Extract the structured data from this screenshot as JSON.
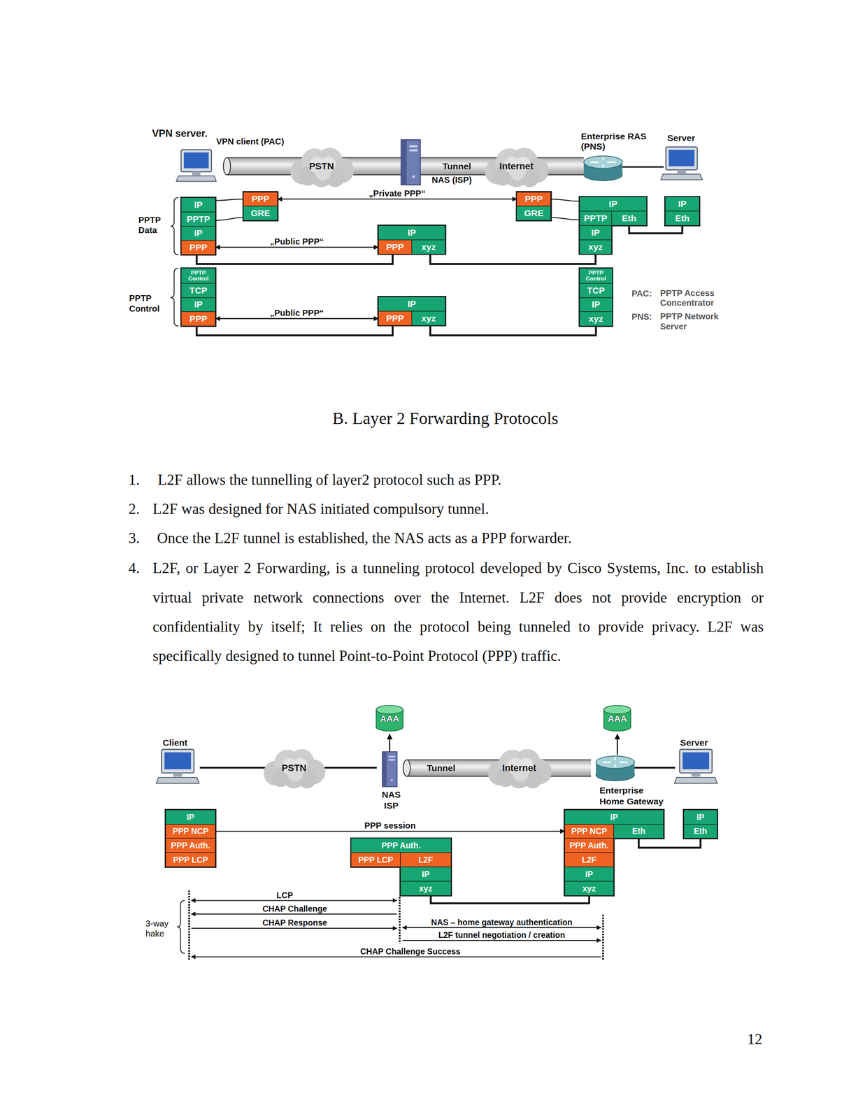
{
  "diagram": {
    "nodes": [
      {
        "text": [
          "Tunnel"
        ]
      },
      {
        "text": [
          "PSTN"
        ]
      },
      {
        "text": [
          "Internet"
        ]
      },
      {
        "text": [
          "IP"
        ]
      },
      {
        "text": [
          "PPTP"
        ]
      },
      {
        "text": [
          "IP"
        ]
      },
      {
        "text": [
          "PPP"
        ]
      },
      {
        "text": [
          "PPP"
        ]
      },
      {
        "text": [
          "GRE"
        ]
      },
      {
        "text": [
          "IP"
        ]
      },
      {
        "text": [
          "PPP"
        ]
      },
      {
        "text": [
          "xyz"
        ]
      },
      {
        "text": [
          "PPP"
        ]
      },
      {
        "text": [
          "GRE"
        ]
      },
      {
        "text": [
          "IP"
        ]
      },
      {
        "text": [
          "PPTP"
        ]
      },
      {
        "text": [
          "Eth"
        ]
      },
      {
        "text": [
          "IP"
        ]
      },
      {
        "text": [
          "xyz"
        ]
      },
      {
        "text": [
          "IP"
        ]
      },
      {
        "text": [
          "Eth"
        ]
      },
      {
        "text": [
          "PPTP Control"
        ]
      },
      {
        "text": [
          "TCP"
        ]
      },
      {
        "text": [
          "IP"
        ]
      },
      {
        "text": [
          "PPP"
        ]
      },
      {
        "text": [
          "IP"
        ]
      },
      {
        "text": [
          "PPP"
        ]
      },
      {
        "text": [
          "xyz"
        ]
      },
      {
        "text": [
          "PPTP Control"
        ]
      },
      {
        "text": [
          "TCP"
        ]
      },
      {
        "text": [
          "IP"
        ]
      },
      {
        "text": [
          "xyz"
        ]
      },
      {
        "text": [
          "AAA"
        ]
      },
      {
        "text": [
          "AAA"
        ]
      },
      {
        "text": [
          "PSTN"
        ]
      },
      {
        "text": [
          "Tunnel"
        ]
      },
      {
        "text": [
          "Internet"
        ]
      },
      {
        "text": [
          "IP"
        ]
      },
      {
        "text": [
          "PPP NCP"
        ]
      },
      {
        "text": [
          "PPP Auth."
        ]
      },
      {
        "text": [
          "PPP LCP"
        ]
      },
      {
        "text": [
          "PPP Auth."
        ]
      },
      {
        "text": [
          "PPP LCP"
        ]
      },
      {
        "text": [
          "L2F"
        ]
      },
      {
        "text": [
          "IP"
        ]
      },
      {
        "text": [
          "xyz"
        ]
      },
      {
        "text": [
          "IP"
        ]
      },
      {
        "text": [
          "PPP NCP"
        ]
      },
      {
        "text": [
          "Eth"
        ]
      },
      {
        "text": [
          "PPP Auth."
        ]
      },
      {
        "text": [
          "L2F"
        ]
      },
      {
        "text": [
          "IP"
        ]
      },
      {
        "text": [
          "xyz"
        ]
      },
      {
        "text": [
          "IP"
        ]
      },
      {
        "text": [
          "Eth"
        ]
      }
    ],
    "edges": [
      {
        "from": 7,
        "to": 12,
        "arrow": "both",
        "label": "„Private PPP“"
      },
      {
        "from": 6,
        "to": 10,
        "arrow": "both",
        "label": "„Public PPP“"
      },
      {
        "from": 24,
        "to": 26,
        "arrow": "both",
        "label": "„Public PPP“"
      },
      {
        "from": 3,
        "to": 7,
        "arrow": "none"
      },
      {
        "from": 4,
        "to": 8,
        "arrow": "none"
      },
      {
        "from": 12,
        "to": 14,
        "arrow": "none"
      },
      {
        "from": 13,
        "to": 15,
        "arrow": "none"
      },
      {
        "from": 6,
        "to": 10,
        "arrow": "none"
      },
      {
        "from": 11,
        "to": 18,
        "arrow": "none"
      },
      {
        "from": 16,
        "to": 20,
        "arrow": "none"
      },
      {
        "from": 24,
        "to": 26,
        "arrow": "none"
      },
      {
        "from": 27,
        "to": 31,
        "arrow": "none"
      },
      {
        "from": 38,
        "to": 47,
        "arrow": "to",
        "label": "PPP session"
      },
      {
        "from": 48,
        "to": 54,
        "arrow": "none"
      },
      {
        "from": 45,
        "to": 52,
        "arrow": "none"
      }
    ],
    "labels": [
      "VPN server.",
      "VPN client (PAC)",
      "NAS (ISP)",
      "Enterprise RAS (PNS)",
      "Server",
      "PPTP Data",
      "PPTP Control",
      "PAC:",
      "PPTP Access Concentrator",
      "PNS:",
      "PPTP Network Server",
      "B. Layer 2 Forwarding Protocols",
      "1.",
      "L2F allows the tunnelling of layer2 protocol such as PPP.",
      "2.",
      "L2F was designed for NAS initiated compulsory tunnel.",
      "3.",
      "Once the L2F tunnel is established, the NAS acts as a PPP forwarder.",
      "4.",
      "L2F, or Layer 2 Forwarding, is a tunneling protocol developed by Cisco Systems, Inc. to establish virtual private network connections over the Internet. L2F does not provide encryption or confidentiality by itself; It relies on the protocol being tunneled to provide privacy. L2F was specifically designed to tunnel Point-to-Point Protocol (PPP) traffic.",
      "Client",
      "NAS ISP",
      "Enterprise Home Gateway",
      "Server",
      "LCP",
      "CHAP Challenge",
      "CHAP Response",
      "NAS – home gateway authentication",
      "L2F tunnel negotiation / creation",
      "CHAP Challenge Success",
      "3-way hake",
      "12"
    ]
  }
}
